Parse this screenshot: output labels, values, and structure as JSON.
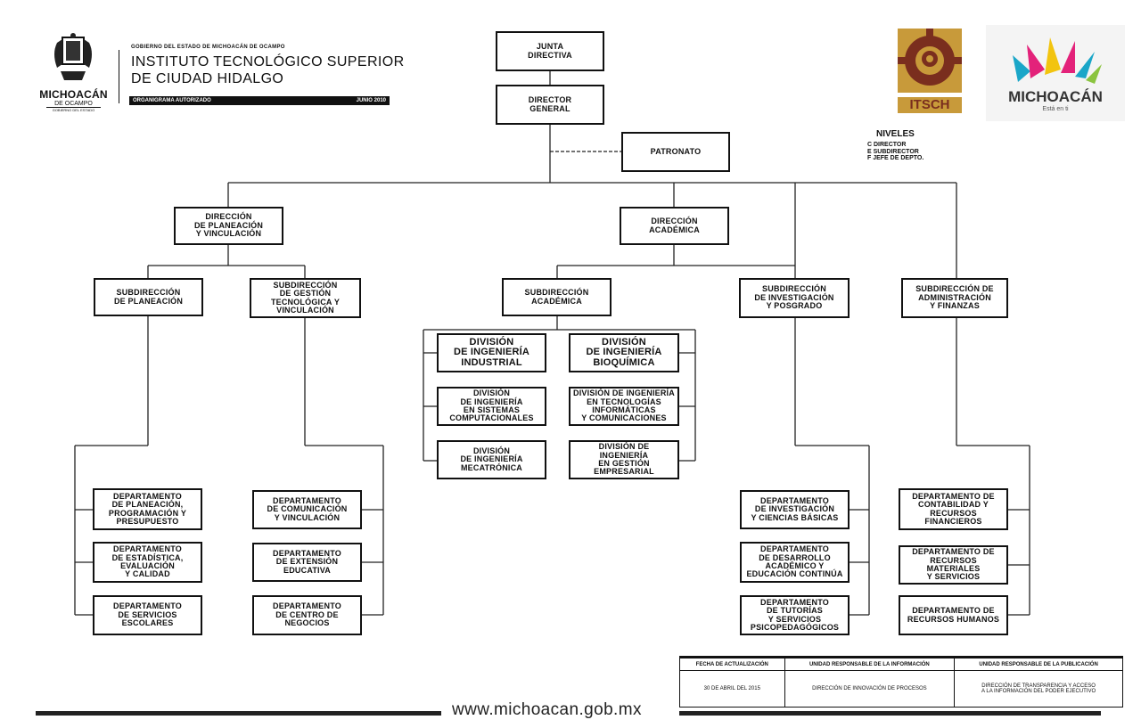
{
  "header": {
    "left_logo_text": "MICHOACÁN",
    "left_logo_sub": "DE OCAMPO",
    "left_logo_sub2": "GOBIERNO DEL ESTADO",
    "gov_line": "GOBIERNO DEL ESTADO DE MICHOACÁN DE OCAMPO",
    "institute_line1": "INSTITUTO TECNOLÓGICO SUPERIOR",
    "institute_line2": "DE CIUDAD HIDALGO",
    "bar_left": "ORGANIGRAMA AUTORIZADO",
    "bar_right": "JUNIO 2010",
    "itsch_logo": "ITSCH",
    "michoacan_logo": "MICHOACÁN",
    "michoacan_tagline": "Está en ti",
    "colors": {
      "itsch_brown": "#7a2e1e",
      "itsch_gold": "#c89a3a"
    }
  },
  "niveles": {
    "title": "NIVELES",
    "items": [
      "C  DIRECTOR",
      "E  SUBDIRECTOR",
      "F  JEFE DE DEPTO."
    ]
  },
  "org": {
    "junta": "JUNTA\nDIRECTIVA",
    "director": "DIRECTOR\nGENERAL",
    "patronato": "PATRONATO",
    "dir_planeacion": "DIRECCIÓN\nDE PLANEACIÓN\nY VINCULACIÓN",
    "dir_academica": "DIRECCIÓN\nACADÉMICA",
    "sub_planeacion": "SUBDIRECCIÓN\nDE PLANEACIÓN",
    "sub_gestion": "SUBDIRECCIÓN\nDE GESTIÓN\nTECNOLÓGICA Y\nVINCULACIÓN",
    "sub_academica": "SUBDIRECCIÓN\nACADÉMICA",
    "sub_investigacion": "SUBDIRECCIÓN\nDE INVESTIGACIÓN\nY POSGRADO",
    "sub_administracion": "SUBDIRECCIÓN DE\nADMINISTRACIÓN\nY FINANZAS",
    "div_industrial": "DIVISIÓN\nDE INGENIERÍA\nINDUSTRIAL",
    "div_bioquimica": "DIVISIÓN\nDE INGENIERÍA\nBIOQUÍMICA",
    "div_sistemas": "DIVISIÓN\nDE INGENIERÍA\nEN SISTEMAS\nCOMPUTACIONALES",
    "div_tics": "DIVISIÓN DE INGENIERÍA\nEN TECNOLOGÍAS\nINFORMÁTICAS\nY COMUNICACIONES",
    "div_mecatronica": "DIVISIÓN\nDE INGENIERÍA\nMECATRÓNICA",
    "div_gestion": "DIVISIÓN DE\nINGENIERÍA\nEN GESTIÓN\nEMPRESARIAL",
    "dep_planeacion": "DEPARTAMENTO\nDE PLANEACIÓN,\nPROGRAMACIÓN Y\nPRESUPUESTO",
    "dep_estadistica": "DEPARTAMENTO\nDE ESTADÍSTICA,\nEVALUACIÓN\nY CALIDAD",
    "dep_escolares": "DEPARTAMENTO\nDE SERVICIOS\nESCOLARES",
    "dep_comunicacion": "DEPARTAMENTO\nDE COMUNICACIÓN\nY VINCULACIÓN",
    "dep_extension": "DEPARTAMENTO\nDE EXTENSIÓN\nEDUCATIVA",
    "dep_negocios": "DEPARTAMENTO\nDE CENTRO DE\nNEGOCIOS",
    "dep_investigacion": "DEPARTAMENTO\nDE INVESTIGACIÓN\nY CIENCIAS BÁSICAS",
    "dep_desarrollo": "DEPARTAMENTO\nDE DESARROLLO\nACADÉMICO Y\nEDUCACIÓN CONTINÚA",
    "dep_tutorias": "DEPARTAMENTO\nDE TUTORÍAS\nY SERVICIOS\nPSICOPEDAGÓGICOS",
    "dep_contabilidad": "DEPARTAMENTO DE\nCONTABILIDAD Y\nRECURSOS\nFINANCIEROS",
    "dep_materiales": "DEPARTAMENTO DE\nRECURSOS MATERIALES\nY SERVICIOS",
    "dep_humanos": "DEPARTAMENTO DE\nRECURSOS HUMANOS"
  },
  "info_table": {
    "h1": "FECHA DE ACTUALIZACIÓN",
    "h2": "UNIDAD RESPONSABLE DE LA INFORMACIÓN",
    "h3": "UNIDAD RESPONSABLE DE LA PUBLICACIÓN",
    "v1": "30 DE ABRIL DEL 2015",
    "v2": "DIRECCIÓN DE INNOVACIÓN DE PROCESOS",
    "v3": "DIRECCIÓN DE TRANSPARENCIA Y ACCESO\nA LA INFORMACIÓN DEL PODER EJECUTIVO"
  },
  "footer": {
    "url": "www.michoacan.gob.mx"
  }
}
